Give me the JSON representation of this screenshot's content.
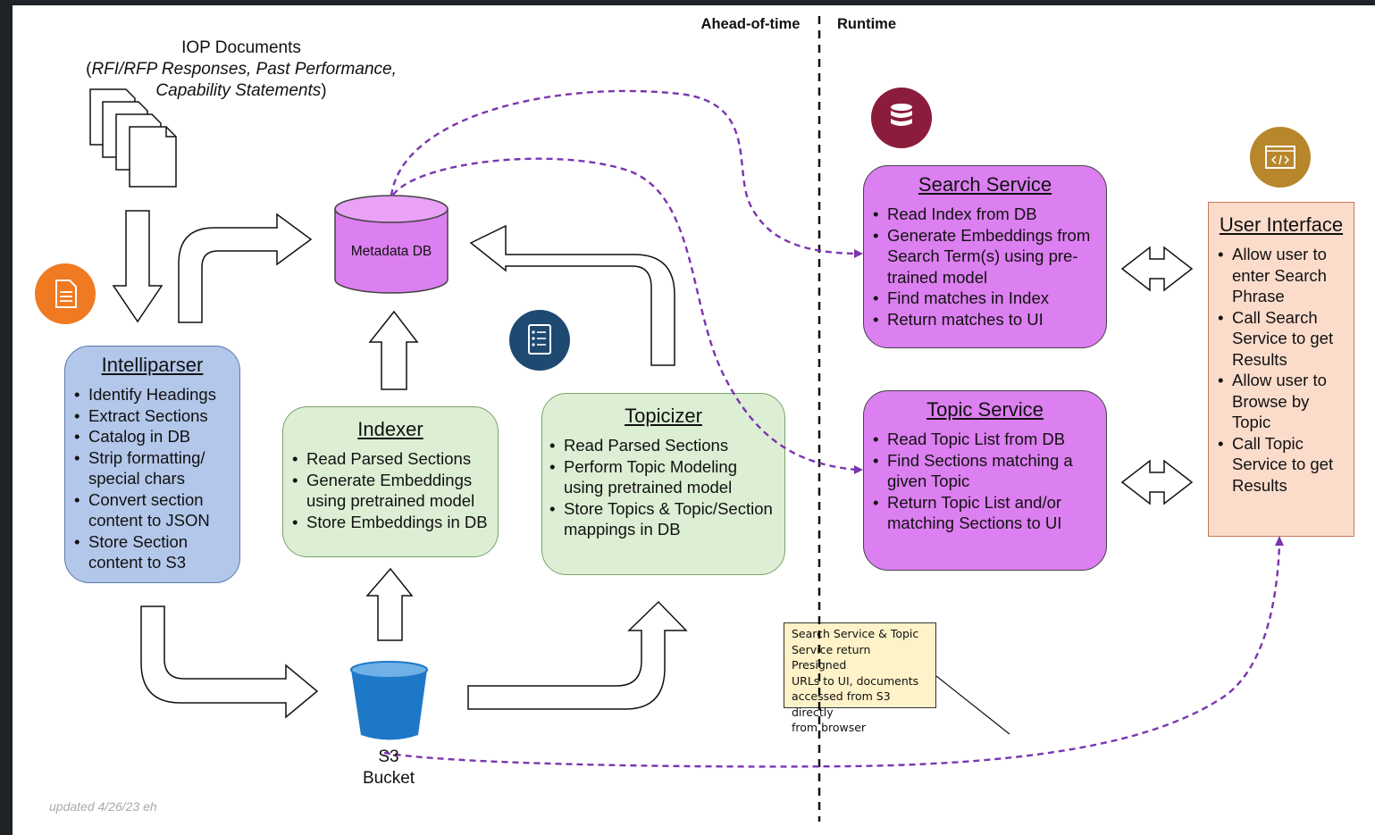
{
  "phase_labels": {
    "left": "Ahead-of-time",
    "right": "Runtime"
  },
  "documents": {
    "title": "IOP Documents",
    "subtitle_line1": "RFI/RFP Responses, Past Performance,",
    "subtitle_line2": "Capability Statements"
  },
  "metadata_db": {
    "label": "Metadata DB"
  },
  "s3": {
    "label_line1": "S3",
    "label_line2": "Bucket"
  },
  "intelliparser": {
    "title": "Intelliparser",
    "items": [
      "Identify Headings",
      "Extract Sections",
      "Catalog in DB",
      "Strip formatting/ special chars",
      "Convert section content to JSON",
      "Store Section content to S3"
    ]
  },
  "indexer": {
    "title": "Indexer",
    "items": [
      "Read Parsed Sections",
      "Generate Embeddings using pretrained model",
      "Store Embeddings in DB"
    ]
  },
  "topicizer": {
    "title": "Topicizer",
    "items": [
      "Read Parsed Sections",
      "Perform Topic Modeling using pretrained model",
      "Store Topics & Topic/Section mappings in DB"
    ]
  },
  "search_service": {
    "title": "Search Service",
    "items": [
      "Read Index from DB",
      "Generate Embeddings from Search Term(s) using pre-trained model",
      "Find matches in Index",
      "Return matches to UI"
    ]
  },
  "topic_service": {
    "title": "Topic Service",
    "items": [
      "Read Topic List from DB",
      "Find Sections matching a given Topic",
      "Return Topic List and/or matching Sections to UI"
    ]
  },
  "user_interface": {
    "title": "User Interface",
    "items": [
      "Allow user to enter Search Phrase",
      "Call Search Service to get Results",
      "Allow user to Browse by Topic",
      "Call Topic Service to get Results"
    ]
  },
  "note": {
    "lines": [
      "Search Service & Topic",
      "Service return Presigned",
      "URLs to UI, documents",
      "accessed from S3 directly",
      "from browser"
    ]
  },
  "footer": {
    "updated": "updated 4/26/23 eh"
  },
  "colors": {
    "intelliparser_fill": "#b3c7ea",
    "indexer_fill": "#dcefd4",
    "service_fill": "#dc7ff0",
    "ui_fill": "#fbdccb",
    "dashed_flow": "#7a35b0",
    "icon_orange": "#f07a22",
    "icon_navy": "#1e4a72",
    "icon_maroon": "#8b1c3c",
    "icon_gold": "#b8862b",
    "s3_blue": "#1e78c8"
  },
  "icons": [
    "document-icon",
    "checklist-icon",
    "database-icon",
    "code-window-icon"
  ]
}
